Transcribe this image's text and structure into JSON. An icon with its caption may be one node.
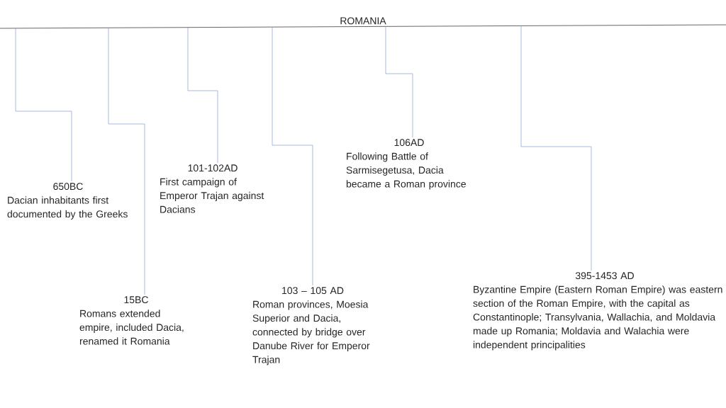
{
  "diagram": {
    "nodes": [
      {
        "text": [
          "ROMANIA"
        ]
      },
      {
        "text": [
          "650BC",
          "Dacian inhabitants first documented by the Greeks"
        ]
      },
      {
        "text": [
          "15BC",
          "Romans extended empire, included Dacia, renamed it Romania"
        ]
      },
      {
        "text": [
          "101-102AD",
          "First campaign of Emperor Trajan against Dacians"
        ]
      },
      {
        "text": [
          "103 – 105 AD",
          "Roman provinces, Moesia Superior and Dacia, connected by bridge over Danube River for Emperor Trajan"
        ]
      },
      {
        "text": [
          "106AD",
          "Following Battle of Sarmisegetusa, Dacia became a Roman province"
        ]
      },
      {
        "text": [
          "395-1453 AD",
          "Byzantine Empire (Eastern Roman Empire) was eastern section of the Roman Empire, with the capital as Constantinople; Transylvania, Wallachia, and Moldavia made up Romania; Moldavia and Walachia were independent principalities"
        ]
      }
    ],
    "edges": [
      {
        "from": 0,
        "to": 1,
        "arrow": "none"
      },
      {
        "from": 0,
        "to": 2,
        "arrow": "none"
      },
      {
        "from": 0,
        "to": 3,
        "arrow": "none"
      },
      {
        "from": 0,
        "to": 4,
        "arrow": "none"
      },
      {
        "from": 0,
        "to": 5,
        "arrow": "none"
      },
      {
        "from": 0,
        "to": 6,
        "arrow": "none"
      }
    ]
  }
}
